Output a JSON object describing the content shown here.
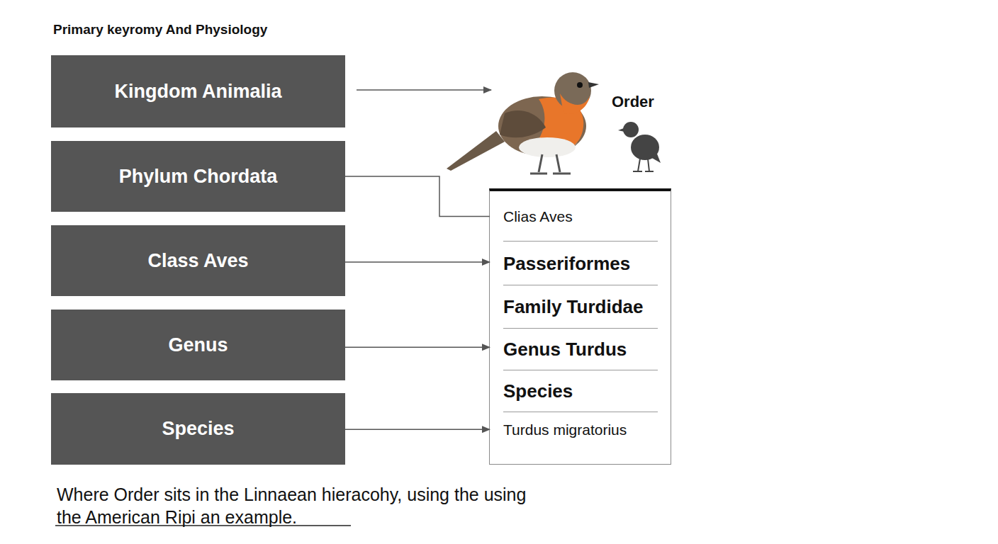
{
  "diagram": {
    "title": "Primary keyromy And Physiology",
    "caption": "Where Order sits in the Linnaean hieracohy, using the using the American Ripi an example.",
    "nodes": [
      {
        "text": [
          "Kingdom Animalia"
        ]
      },
      {
        "text": [
          "Phylum Chordata"
        ]
      },
      {
        "text": [
          "Class Aves"
        ]
      },
      {
        "text": [
          "Genus"
        ]
      },
      {
        "text": [
          "Species"
        ]
      },
      {
        "text": []
      },
      {
        "text": [
          "Clias Aves"
        ],
        "in": 5
      },
      {
        "text": [
          "Passeriformes"
        ],
        "in": 5
      },
      {
        "text": [
          "Family Turdidae"
        ],
        "in": 5
      },
      {
        "text": [
          "Genus Turdus"
        ],
        "in": 5
      },
      {
        "text": [
          "Species"
        ],
        "in": 5
      },
      {
        "text": [
          "Turdus migratorius"
        ],
        "in": 5
      }
    ],
    "edges": [
      {
        "from": 1,
        "to": 6,
        "arrow": "none"
      },
      {
        "from": 2,
        "to": 7,
        "arrow": "to"
      },
      {
        "from": 3,
        "to": 9,
        "arrow": "to"
      },
      {
        "from": 4,
        "to": 11,
        "arrow": "to"
      }
    ],
    "labels": [
      "Order"
    ]
  }
}
